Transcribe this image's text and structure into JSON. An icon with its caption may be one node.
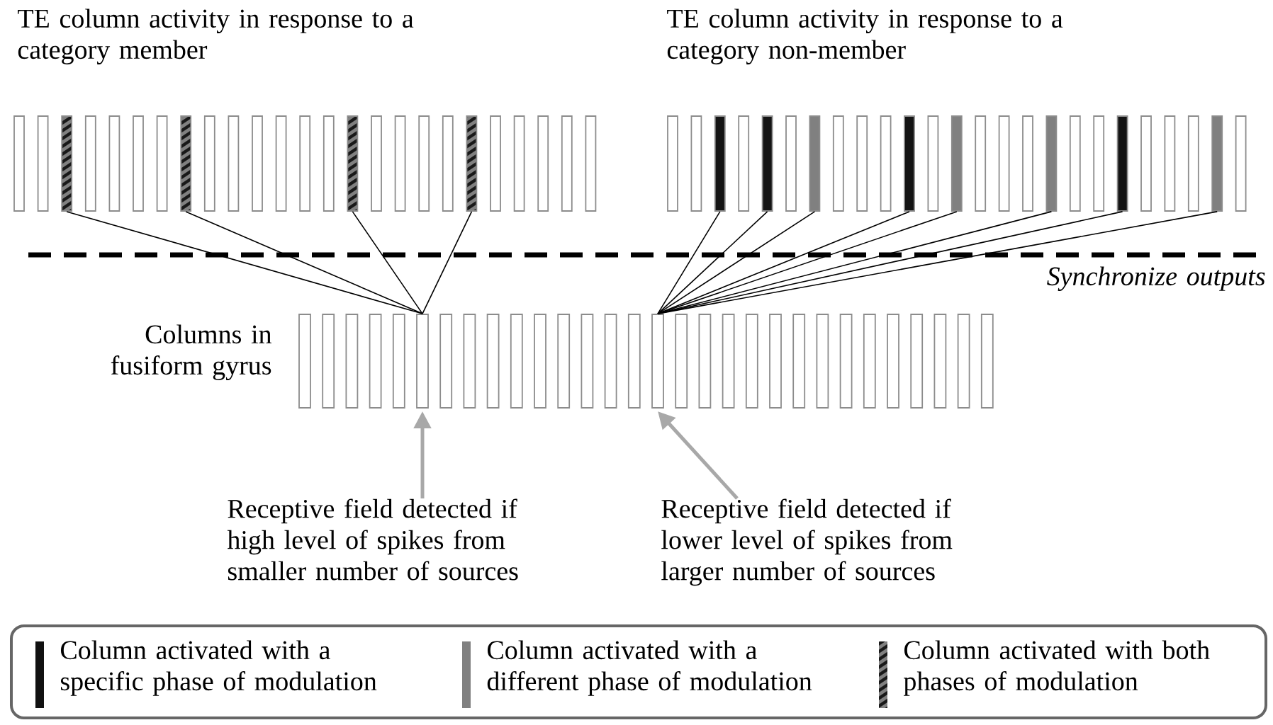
{
  "diagram": {
    "nodes": [
      {
        "text": [],
        "shape": "bar"
      },
      {
        "text": [],
        "shape": "bar"
      },
      {
        "text": [],
        "shape": "bar"
      },
      {
        "text": [],
        "shape": "bar"
      },
      {
        "text": [],
        "shape": "bar"
      },
      {
        "text": [],
        "shape": "bar"
      },
      {
        "text": [],
        "shape": "bar"
      },
      {
        "text": [],
        "shape": "bar"
      },
      {
        "text": [],
        "shape": "bar"
      },
      {
        "text": [],
        "shape": "bar"
      },
      {
        "text": [],
        "shape": "bar"
      },
      {
        "text": [],
        "shape": "bar"
      },
      {
        "text": [],
        "shape": "bar"
      },
      {
        "text": [],
        "shape": "bar"
      },
      {
        "text": [],
        "shape": "bar"
      },
      {
        "text": [],
        "shape": "bar"
      },
      {
        "text": [],
        "shape": "bar"
      },
      {
        "text": [],
        "shape": "bar"
      },
      {
        "text": [],
        "shape": "bar"
      },
      {
        "text": [],
        "shape": "bar"
      },
      {
        "text": [],
        "shape": "bar"
      },
      {
        "text": [],
        "shape": "bar"
      },
      {
        "text": [],
        "shape": "bar"
      },
      {
        "text": [],
        "shape": "bar"
      },
      {
        "text": [],
        "shape": "bar"
      },
      {
        "text": [],
        "shape": "bar"
      },
      {
        "text": [],
        "shape": "bar"
      },
      {
        "text": [],
        "shape": "bar"
      },
      {
        "text": [],
        "shape": "bar"
      },
      {
        "text": [],
        "shape": "bar"
      },
      {
        "text": [],
        "shape": "bar"
      },
      {
        "text": [],
        "shape": "bar"
      },
      {
        "text": [],
        "shape": "bar"
      },
      {
        "text": [],
        "shape": "bar"
      },
      {
        "text": [],
        "shape": "bar"
      },
      {
        "text": [],
        "shape": "bar"
      },
      {
        "text": [],
        "shape": "bar"
      },
      {
        "text": [],
        "shape": "bar"
      },
      {
        "text": [],
        "shape": "bar"
      },
      {
        "text": [],
        "shape": "bar"
      },
      {
        "text": [],
        "shape": "bar"
      },
      {
        "text": [],
        "shape": "bar"
      },
      {
        "text": [],
        "shape": "bar"
      },
      {
        "text": [],
        "shape": "bar"
      },
      {
        "text": [],
        "shape": "bar"
      },
      {
        "text": [],
        "shape": "bar"
      },
      {
        "text": [],
        "shape": "bar"
      },
      {
        "text": [],
        "shape": "bar"
      },
      {
        "text": [],
        "shape": "bar"
      },
      {
        "text": [],
        "shape": "bar"
      },
      {
        "text": [],
        "shape": "bar"
      },
      {
        "text": [],
        "shape": "bar"
      },
      {
        "text": [],
        "shape": "bar"
      },
      {
        "text": [],
        "shape": "bar"
      },
      {
        "text": [],
        "shape": "bar"
      },
      {
        "text": [],
        "shape": "bar"
      },
      {
        "text": [],
        "shape": "bar"
      },
      {
        "text": [],
        "shape": "bar"
      },
      {
        "text": [],
        "shape": "bar"
      },
      {
        "text": [],
        "shape": "bar"
      },
      {
        "text": [],
        "shape": "bar"
      },
      {
        "text": [],
        "shape": "bar"
      },
      {
        "text": [],
        "shape": "bar"
      },
      {
        "text": [],
        "shape": "bar"
      },
      {
        "text": [],
        "shape": "bar"
      },
      {
        "text": [],
        "shape": "bar"
      },
      {
        "text": [],
        "shape": "bar"
      },
      {
        "text": [],
        "shape": "bar"
      },
      {
        "text": [],
        "shape": "bar"
      },
      {
        "text": [],
        "shape": "bar"
      },
      {
        "text": [],
        "shape": "bar"
      },
      {
        "text": [],
        "shape": "bar"
      },
      {
        "text": [],
        "shape": "bar"
      },
      {
        "text": [],
        "shape": "bar"
      },
      {
        "text": [],
        "shape": "bar"
      },
      {
        "text": [],
        "shape": "bar"
      },
      {
        "text": [],
        "shape": "bar"
      },
      {
        "text": [],
        "shape": "bar"
      },
      {
        "text": [],
        "shape": "bar"
      },
      {
        "text": [],
        "shape": "bar"
      },
      {
        "text": [
          "Receptive field detected if high level of spikes from smaller number of sources"
        ]
      },
      {
        "text": [
          "Receptive field detected if lower level of spikes from larger number of sources"
        ]
      }
    ],
    "edges": [
      {
        "from": 2,
        "to": 55,
        "arrow": "none"
      },
      {
        "from": 7,
        "to": 55,
        "arrow": "none"
      },
      {
        "from": 14,
        "to": 55,
        "arrow": "none"
      },
      {
        "from": 19,
        "to": 55,
        "arrow": "none"
      },
      {
        "from": 27,
        "to": 65,
        "arrow": "none"
      },
      {
        "from": 29,
        "to": 65,
        "arrow": "none"
      },
      {
        "from": 31,
        "to": 65,
        "arrow": "none"
      },
      {
        "from": 35,
        "to": 65,
        "arrow": "none"
      },
      {
        "from": 37,
        "to": 65,
        "arrow": "none"
      },
      {
        "from": 41,
        "to": 65,
        "arrow": "none"
      },
      {
        "from": 44,
        "to": 65,
        "arrow": "none"
      },
      {
        "from": 48,
        "to": 65,
        "arrow": "none"
      },
      {
        "from": 80,
        "to": 55,
        "arrow": "to",
        "style": "thick",
        "color": "#a8a8a8"
      },
      {
        "from": 81,
        "to": 65,
        "arrow": "to",
        "style": "thick",
        "color": "#a8a8a8"
      }
    ],
    "labels": [
      "TE column activity in response to a category member",
      "TE column activity in response to a category non-member",
      "Synchronize outputs",
      "Columns in fusiform gyrus"
    ],
    "legend": [
      {
        "text": "Column activated with a specific phase of modulation",
        "color": "#111111"
      },
      {
        "text": "Column activated with a different phase of modulation",
        "color": "#808080"
      },
      {
        "text": "Column activated with both phases of modulation"
      }
    ]
  }
}
